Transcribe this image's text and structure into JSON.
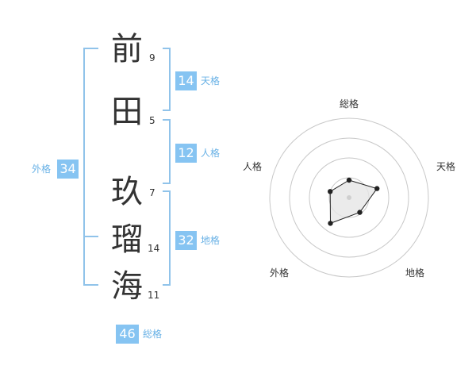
{
  "name": {
    "chars": [
      {
        "char": "前",
        "strokes": "9"
      },
      {
        "char": "田",
        "strokes": "5"
      },
      {
        "char": "玖",
        "strokes": "7"
      },
      {
        "char": "瑠",
        "strokes": "14"
      },
      {
        "char": "海",
        "strokes": "11"
      }
    ]
  },
  "scores": {
    "tenkaku": {
      "value": "14",
      "label": "天格"
    },
    "jinkaku": {
      "value": "12",
      "label": "人格"
    },
    "chikaku": {
      "value": "32",
      "label": "地格"
    },
    "gaikaku": {
      "value": "34",
      "label": "外格"
    },
    "soukaku": {
      "value": "46",
      "label": "総格"
    }
  },
  "radar": {
    "axes": [
      "総格",
      "天格",
      "地格",
      "外格",
      "人格"
    ],
    "levels": [
      0.22,
      0.37,
      0.23,
      0.4,
      0.25
    ],
    "ring_count": 4,
    "colors": {
      "ring": "#c8c8c8",
      "fill": "#e6e6e6",
      "line": "#222222",
      "center": "#cfcfcf"
    }
  },
  "colors": {
    "accent": "#86c4f2",
    "bracket": "#90c3ea",
    "label": "#6ab2e6"
  }
}
